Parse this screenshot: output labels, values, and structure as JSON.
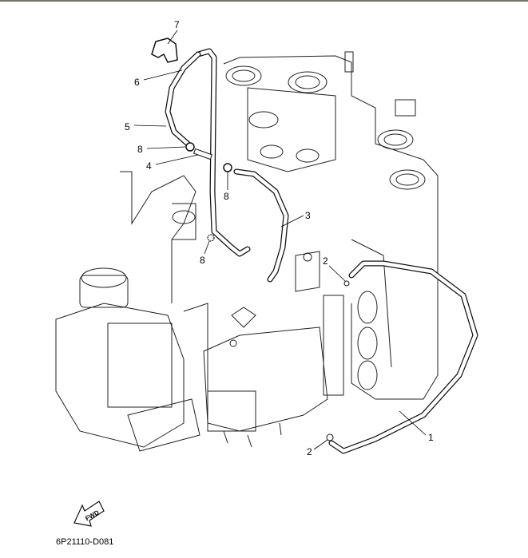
{
  "diagram": {
    "code": "6P21110-D081",
    "fwd_label": "FWD",
    "callouts": [
      {
        "id": "c7",
        "label": "7"
      },
      {
        "id": "c6",
        "label": "6"
      },
      {
        "id": "c5",
        "label": "5"
      },
      {
        "id": "c8a",
        "label": "8"
      },
      {
        "id": "c4",
        "label": "4"
      },
      {
        "id": "c8b",
        "label": "8"
      },
      {
        "id": "c3",
        "label": "3"
      },
      {
        "id": "c8c",
        "label": "8"
      },
      {
        "id": "c2a",
        "label": "2"
      },
      {
        "id": "c1",
        "label": "1"
      },
      {
        "id": "c2b",
        "label": "2"
      }
    ]
  }
}
